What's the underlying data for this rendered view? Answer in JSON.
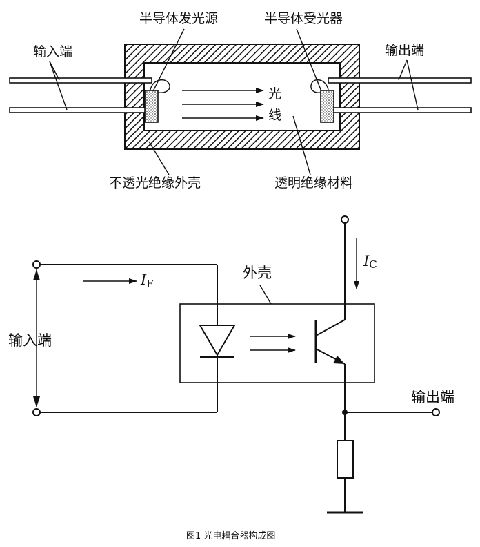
{
  "top": {
    "source_label": "半导体发光源",
    "receiver_label": "半导体受光器",
    "input_label": "输入端",
    "output_label": "输出端",
    "light_char1": "光",
    "light_char2": "线",
    "shell_label": "不透光绝缘外壳",
    "transparent_label": "透明绝缘材料"
  },
  "bottom": {
    "shell_label": "外壳",
    "input_label": "输入端",
    "output_label": "输出端",
    "if_main": "I",
    "if_sub": "F",
    "ic_main": "I",
    "ic_sub": "C"
  },
  "caption": "图1  光电耦合器构成图"
}
